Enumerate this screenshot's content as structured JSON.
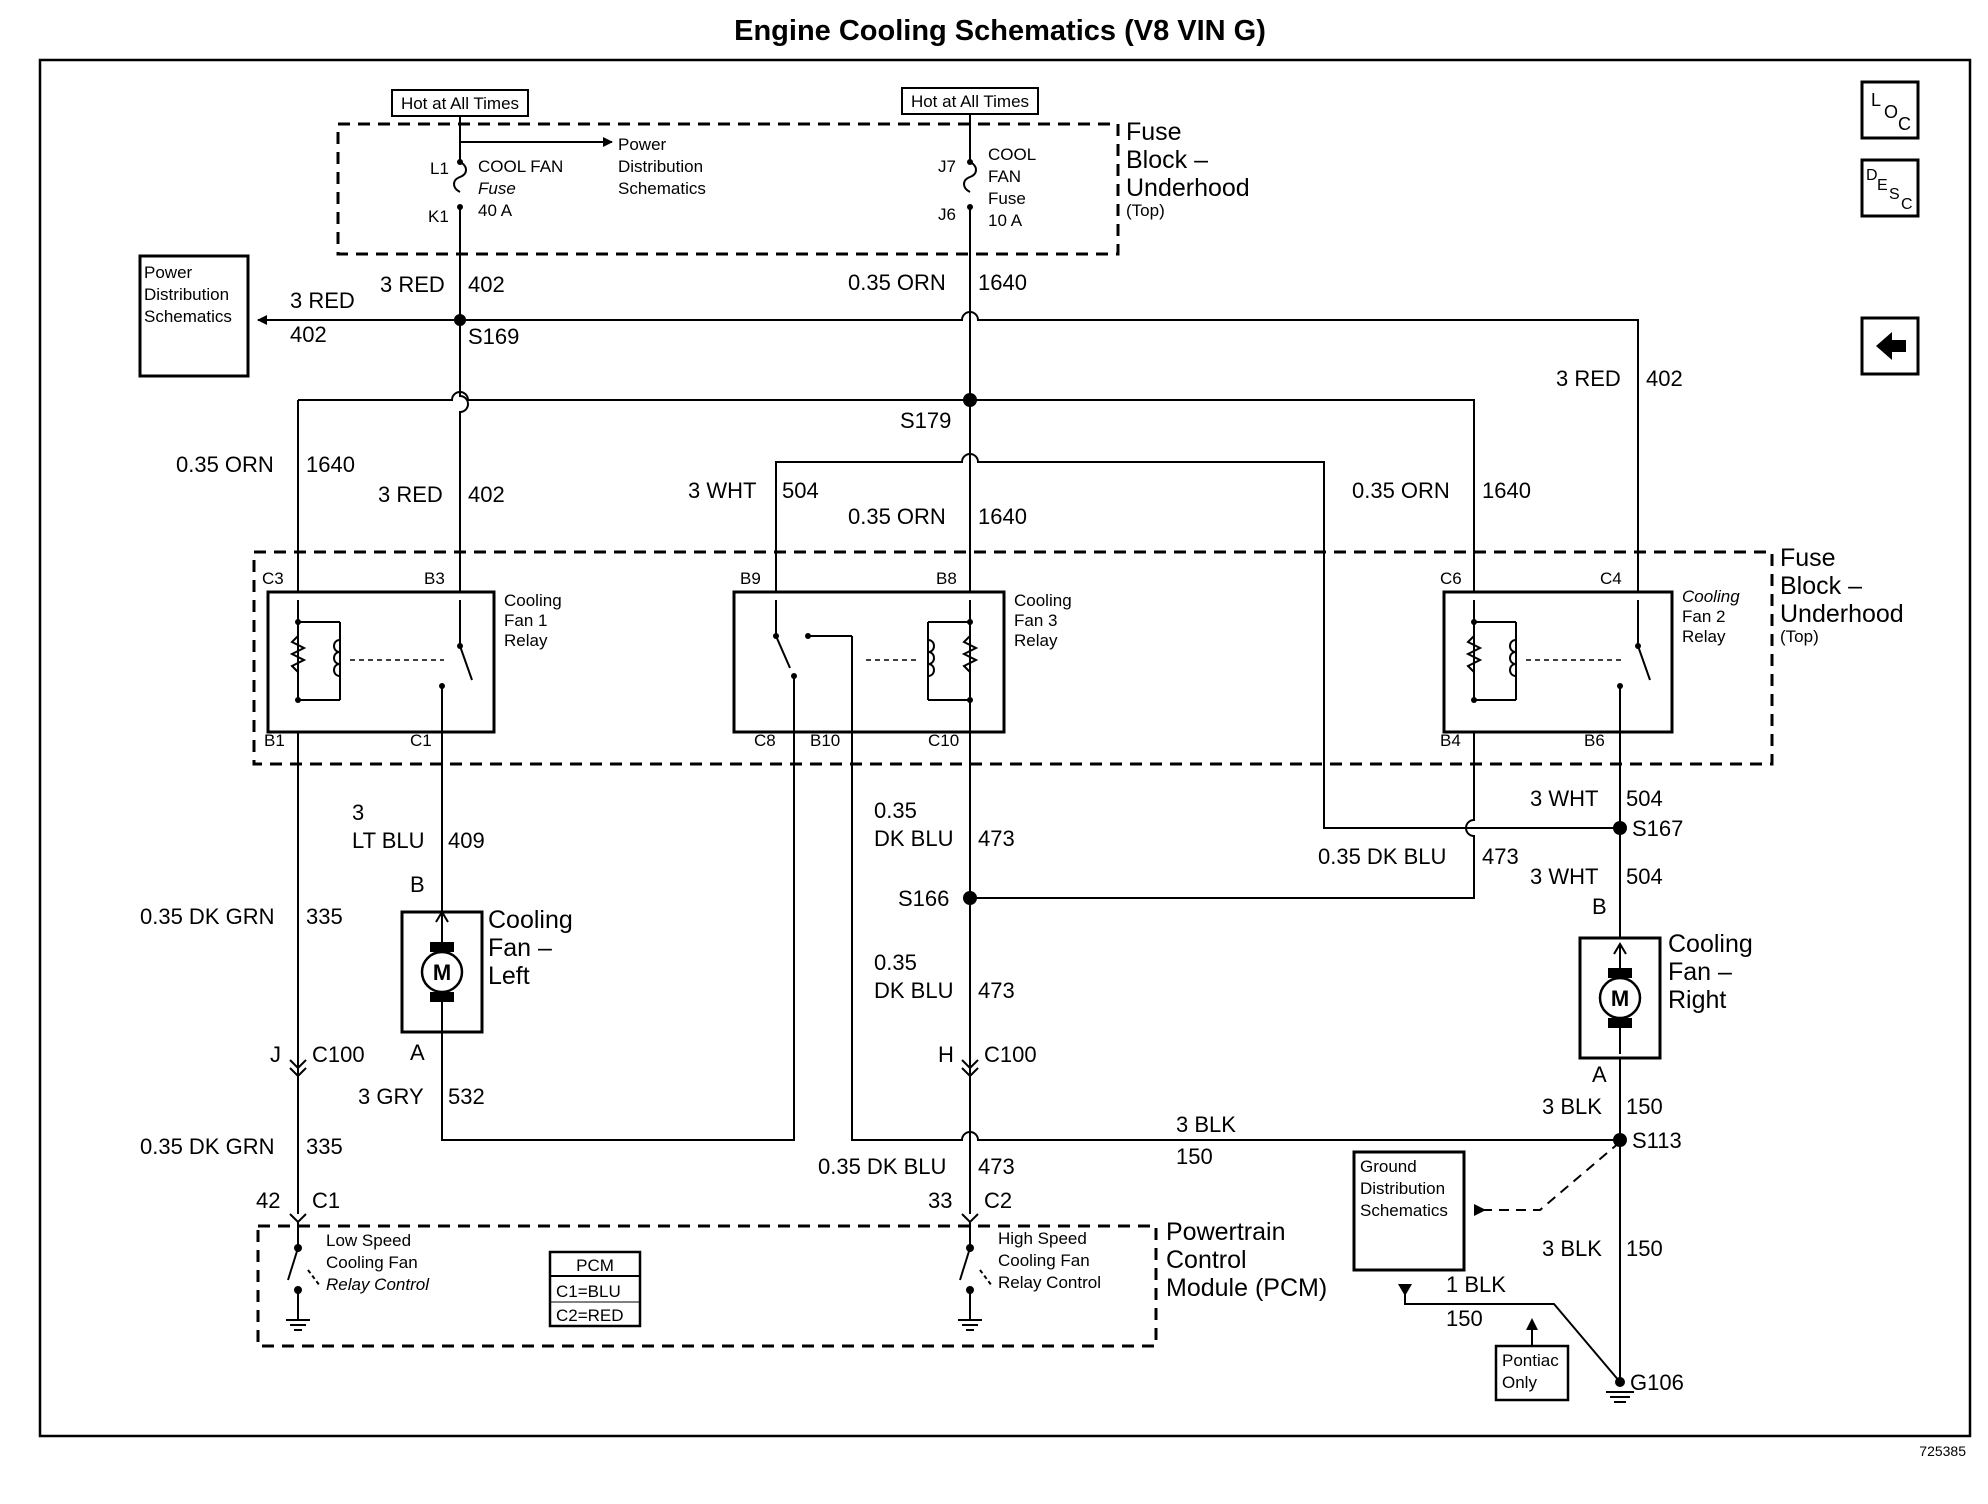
{
  "title": "Engine Cooling Schematics (V8 VIN G)",
  "doc_number": "725385",
  "nav": {
    "loc": [
      "L",
      "O",
      "C"
    ],
    "desc": [
      "D",
      "E",
      "S",
      "C"
    ],
    "back_icon": "arrow-left-icon"
  },
  "hot_labels": {
    "left": "Hot at All Times",
    "right": "Hot at All Times"
  },
  "fuse_block_top": {
    "line1": "Fuse",
    "line2": "Block –",
    "line3": "Underhood",
    "line4": "(Top)"
  },
  "fuse_block_mid": {
    "line1": "Fuse",
    "line2": "Block –",
    "line3": "Underhood",
    "line4": "(Top)"
  },
  "fuse1": {
    "pin_top": "L1",
    "pin_bottom": "K1",
    "name1": "COOL FAN",
    "name2": "Fuse",
    "rating": "40 A"
  },
  "fuse2": {
    "pin_top": "J7",
    "pin_bottom": "J6",
    "name1": "COOL",
    "name2": "FAN",
    "name3": "Fuse",
    "rating": "10 A"
  },
  "power_dist_arrow": {
    "line1": "Power",
    "line2": "Distribution",
    "line3": "Schematics"
  },
  "power_dist_box": {
    "line1": "Power",
    "line2": "Distribution",
    "line3": "Schematics"
  },
  "wires": {
    "red402_top": "3 RED",
    "red402_top_num": "402",
    "red402_pd": "3 RED",
    "red402_pd_num": "402",
    "orn1640_top": "0.35 ORN",
    "orn1640_top_num": "1640",
    "red402_right": "3 RED",
    "red402_right_num": "402",
    "orn1640_left": "0.35 ORN",
    "orn1640_left_num": "1640",
    "red402_left": "3 RED",
    "red402_left_num": "402",
    "wht504_mid": "3 WHT",
    "wht504_mid_num": "504",
    "orn1640_mid": "0.35 ORN",
    "orn1640_mid_num": "1640",
    "orn1640_right": "0.35 ORN",
    "orn1640_right_num": "1640",
    "ltblu409_a": "3",
    "ltblu409_b": "LT BLU",
    "ltblu409_num": "409",
    "dkblu473_a1": "0.35",
    "dkblu473_a2": "DK BLU",
    "dkblu473_a_num": "473",
    "dkblu473_b1": "0.35",
    "dkblu473_b2": "DK BLU",
    "dkblu473_b_num": "473",
    "dkblu473_right": "0.35 DK BLU",
    "dkblu473_right_num": "473",
    "dkblu473_bottom": "0.35 DK BLU",
    "dkblu473_bottom_num": "473",
    "wht504_right1": "3 WHT",
    "wht504_right1_num": "504",
    "wht504_right2": "3 WHT",
    "wht504_right2_num": "504",
    "dkgrn335_a": "0.35 DK GRN",
    "dkgrn335_a_num": "335",
    "dkgrn335_b": "0.35 DK GRN",
    "dkgrn335_b_num": "335",
    "gry532": "3 GRY",
    "gry532_num": "532",
    "blk150_mid": "3 BLK",
    "blk150_mid_num": "150",
    "blk150_right1": "3 BLK",
    "blk150_right1_num": "150",
    "blk150_right2": "3 BLK",
    "blk150_right2_num": "150",
    "blk150_pontiac": "1 BLK",
    "blk150_pontiac_num": "150"
  },
  "splices": {
    "s169": "S169",
    "s179": "S179",
    "s167": "S167",
    "s166": "S166",
    "s113": "S113",
    "g106": "G106"
  },
  "relays": {
    "fan1": {
      "line1": "Cooling",
      "line2": "Fan 1",
      "line3": "Relay",
      "pin_tl": "C3",
      "pin_tr": "B3",
      "pin_bl": "B1",
      "pin_br": "C1"
    },
    "fan3": {
      "line1": "Cooling",
      "line2": "Fan 3",
      "line3": "Relay",
      "pin_tl": "B9",
      "pin_tr": "B8",
      "pin_bl": "C8",
      "pin_bm": "B10",
      "pin_br": "C10"
    },
    "fan2": {
      "line1": "Cooling",
      "line2": "Fan 2",
      "line3": "Relay",
      "pin_tl": "C6",
      "pin_tr": "C4",
      "pin_bl": "B4",
      "pin_br": "B6"
    }
  },
  "motors": {
    "left": {
      "line1": "Cooling",
      "line2": "Fan –",
      "line3": "Left",
      "pin_top": "B",
      "pin_bottom": "A",
      "symbol": "M"
    },
    "right": {
      "line1": "Cooling",
      "line2": "Fan –",
      "line3": "Right",
      "pin_top": "B",
      "pin_bottom": "A",
      "symbol": "M"
    }
  },
  "connectors": {
    "j_c100": "J",
    "c100_left": "C100",
    "h_c100": "H",
    "c100_mid": "C100",
    "pin42": "42",
    "c1": "C1",
    "pin33": "33",
    "c2": "C2"
  },
  "pcm": {
    "line1": "Powertrain",
    "line2": "Control",
    "line3": "Module (PCM)",
    "low1": "Low Speed",
    "low2": "Cooling Fan",
    "low3": "Relay Control",
    "high1": "High Speed",
    "high2": "Cooling Fan",
    "high3": "Relay Control",
    "legend_title": "PCM",
    "legend1": "C1=BLU",
    "legend2": "C2=RED"
  },
  "ground_box": {
    "line1": "Ground",
    "line2": "Distribution",
    "line3": "Schematics"
  },
  "pontiac": {
    "line1": "Pontiac",
    "line2": "Only"
  }
}
